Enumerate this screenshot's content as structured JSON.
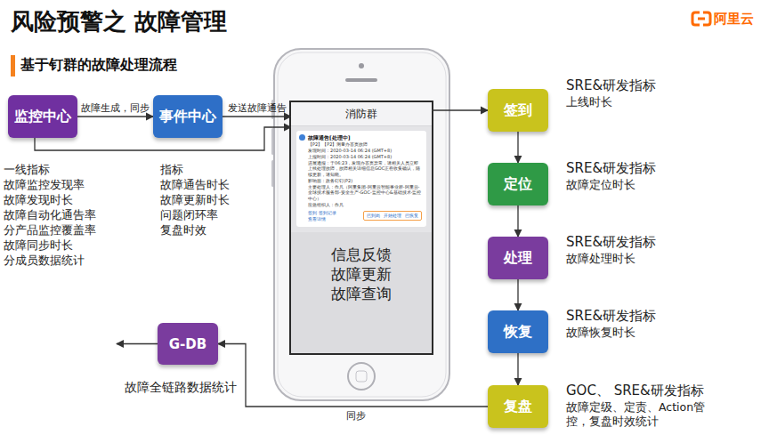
{
  "diagram": {
    "title": "风险预警之 故障管理",
    "nodes": [
      {
        "text": [
          "监控中心"
        ]
      },
      {
        "text": [
          "事件中心"
        ]
      },
      {
        "text": [
          "消防群"
        ]
      },
      {
        "text": [
          "故障通告[处理中]",
          "【P2】【P2】测量办首页故障",
          "发现时间：2020-03-14 06:24 (GMT+8)",
          "上报时间：2020-03-14 06:24 (GMT+8)",
          "进展通报：于06:23，发现办首页异常，请相关人员立即上线处理故障，故障相关详细信息GOC正在收集确认，陆续更新，请知晓。",
          "影响面：政务钉钉(P2)",
          "主要处理人：作凡（阿里集团-阿里云智能事业群-阿里云-全球技术服务部-安全生产-GOC-监控中心&基础技术-监控中心）",
          "应急组织人：作凡",
          "签到 签到记录",
          "查看详情",
          "已到岗",
          "开始处理",
          "已恢复"
        ],
        "in": 2
      },
      {
        "text": [
          "信息反馈 故障更新 故障查询"
        ],
        "in": 2
      },
      {
        "text": [
          "签到"
        ]
      },
      {
        "text": [
          "定位"
        ]
      },
      {
        "text": [
          "处理"
        ]
      },
      {
        "text": [
          "恢复"
        ]
      },
      {
        "text": [
          "G-DB"
        ]
      },
      {
        "text": [
          "复盘"
        ]
      }
    ],
    "edges": [
      {
        "from": 0,
        "to": 1,
        "label": "故障生成，同步",
        "arrow": "to"
      },
      {
        "from": 1,
        "to": 2,
        "label": "发送故障通告",
        "arrow": "to"
      },
      {
        "from": 0,
        "to": 2,
        "arrow": "to"
      },
      {
        "from": 2,
        "to": 5,
        "arrow": "to"
      },
      {
        "from": 5,
        "to": 6,
        "arrow": "to"
      },
      {
        "from": 6,
        "to": 7,
        "arrow": "to"
      },
      {
        "from": 7,
        "to": 8,
        "arrow": "to"
      },
      {
        "from": 8,
        "to": 10,
        "arrow": "to"
      },
      {
        "from": 10,
        "to": 9,
        "label": "同步",
        "arrow": "to"
      }
    ],
    "labels": [
      "基于钉群的故障处理流程",
      "阿里云",
      "一线指标",
      "故障监控发现率",
      "故障发现时长",
      "故障自动化通告率",
      "分产品监控覆盖率",
      "故障同步时长",
      "分成员数据统计",
      "指标",
      "故障通告时长",
      "故障更新时长",
      "问题闭环率",
      "复盘时效",
      "SRE&研发指标",
      "上线时长",
      "SRE&研发指标",
      "故障定位时长",
      "SRE&研发指标",
      "故障处理时长",
      "SRE&研发指标",
      "故障恢复时长",
      "GOC、 SRE&研发指标",
      "故障定级、定责、Action管控，复盘时效统计",
      "故障全链路数据统计"
    ]
  }
}
